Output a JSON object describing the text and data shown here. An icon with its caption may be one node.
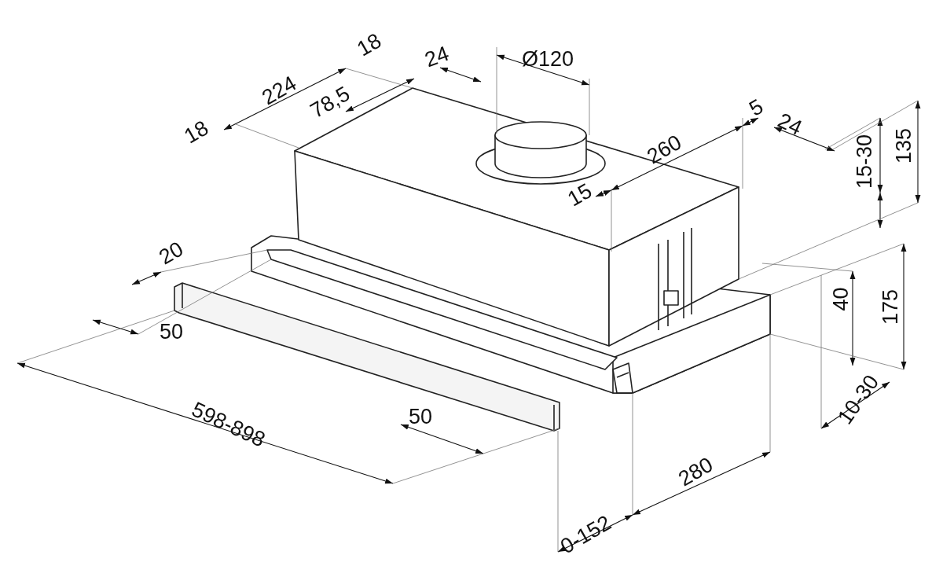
{
  "diagram": {
    "labels": [
      "18",
      "24",
      "Ø120",
      "224",
      "78,5",
      "18",
      "5",
      "24",
      "260",
      "15-30",
      "135",
      "15",
      "20",
      "40",
      "175",
      "50",
      "598-898",
      "50",
      "10-30",
      "280",
      "0-152"
    ]
  }
}
